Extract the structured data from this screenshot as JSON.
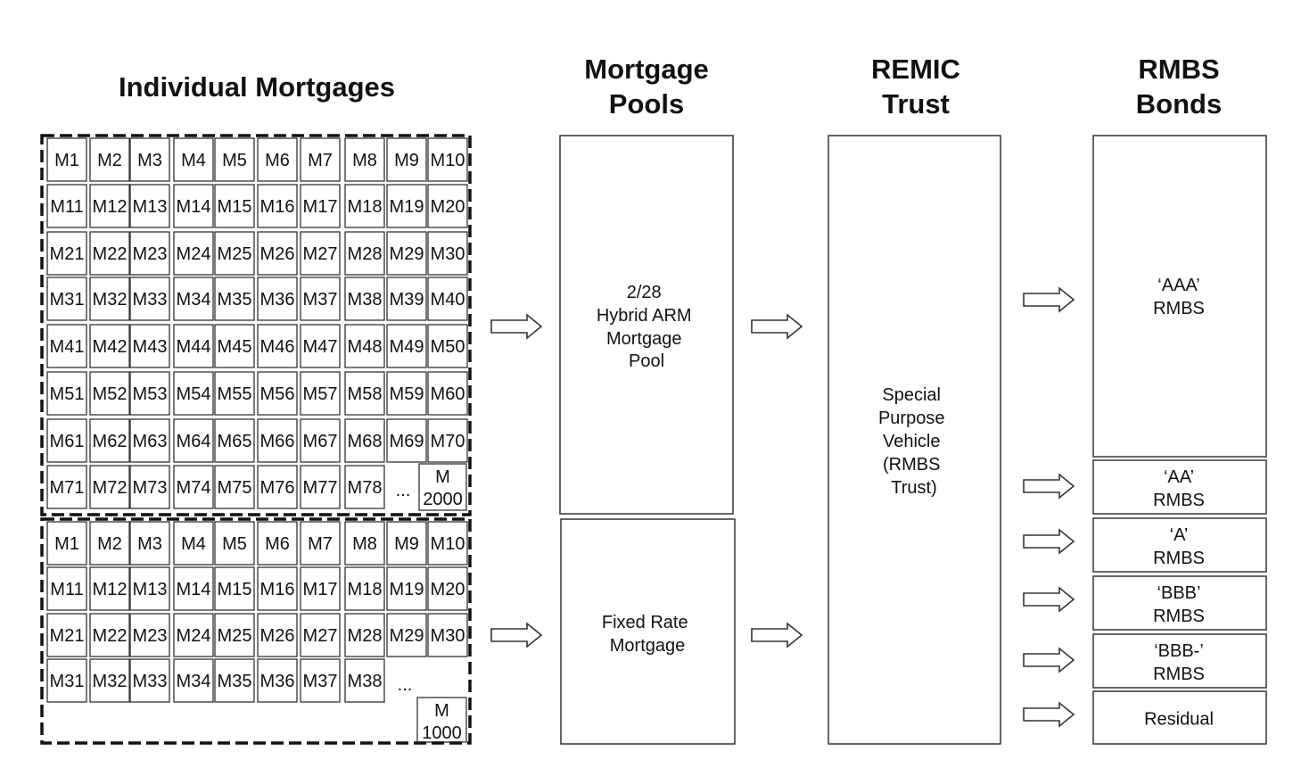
{
  "columns": {
    "individual": "Individual Mortgages",
    "pools": [
      "Mortgage",
      "Pools"
    ],
    "trust": [
      "REMIC",
      "Trust"
    ],
    "bonds": [
      "RMBS",
      "Bonds"
    ]
  },
  "grid_top": {
    "rows": [
      [
        "M1",
        "M2",
        "M3",
        "M4",
        "M5",
        "M6",
        "M7",
        "M8",
        "M9",
        "M10"
      ],
      [
        "M11",
        "M12",
        "M13",
        "M14",
        "M15",
        "M16",
        "M17",
        "M18",
        "M19",
        "M20"
      ],
      [
        "M21",
        "M22",
        "M23",
        "M24",
        "M25",
        "M26",
        "M27",
        "M28",
        "M29",
        "M30"
      ],
      [
        "M31",
        "M32",
        "M33",
        "M34",
        "M35",
        "M36",
        "M37",
        "M38",
        "M39",
        "M40"
      ],
      [
        "M41",
        "M42",
        "M43",
        "M44",
        "M45",
        "M46",
        "M47",
        "M48",
        "M49",
        "M50"
      ],
      [
        "M51",
        "M52",
        "M53",
        "M54",
        "M55",
        "M56",
        "M57",
        "M58",
        "M59",
        "M60"
      ],
      [
        "M61",
        "M62",
        "M63",
        "M64",
        "M65",
        "M66",
        "M67",
        "M68",
        "M69",
        "M70"
      ],
      [
        "M71",
        "M72",
        "M73",
        "M74",
        "M75",
        "M76",
        "M77",
        "M78"
      ]
    ],
    "ellipsis": "...",
    "last": [
      "M",
      "2000"
    ]
  },
  "grid_bottom": {
    "rows": [
      [
        "M1",
        "M2",
        "M3",
        "M4",
        "M5",
        "M6",
        "M7",
        "M8",
        "M9",
        "M10"
      ],
      [
        "M11",
        "M12",
        "M13",
        "M14",
        "M15",
        "M16",
        "M17",
        "M18",
        "M19",
        "M20"
      ],
      [
        "M21",
        "M22",
        "M23",
        "M24",
        "M25",
        "M26",
        "M27",
        "M28",
        "M29",
        "M30"
      ],
      [
        "M31",
        "M32",
        "M33",
        "M34",
        "M35",
        "M36",
        "M37",
        "M38"
      ]
    ],
    "ellipsis": "...",
    "last": [
      "M",
      "1000"
    ]
  },
  "pools": {
    "arm": [
      "2/28",
      "Hybrid ARM",
      "Mortgage",
      "Pool"
    ],
    "fixed": [
      "Fixed Rate",
      "Mortgage"
    ]
  },
  "trust_box": [
    "Special",
    "Purpose",
    "Vehicle",
    "(RMBS",
    "Trust)"
  ],
  "tranches": [
    [
      "‘AAA’",
      "RMBS"
    ],
    [
      "‘AA’",
      "RMBS"
    ],
    [
      "‘A’",
      "RMBS"
    ],
    [
      "‘BBB’",
      "RMBS"
    ],
    [
      "‘BBB-’",
      "RMBS"
    ],
    [
      "Residual"
    ]
  ]
}
